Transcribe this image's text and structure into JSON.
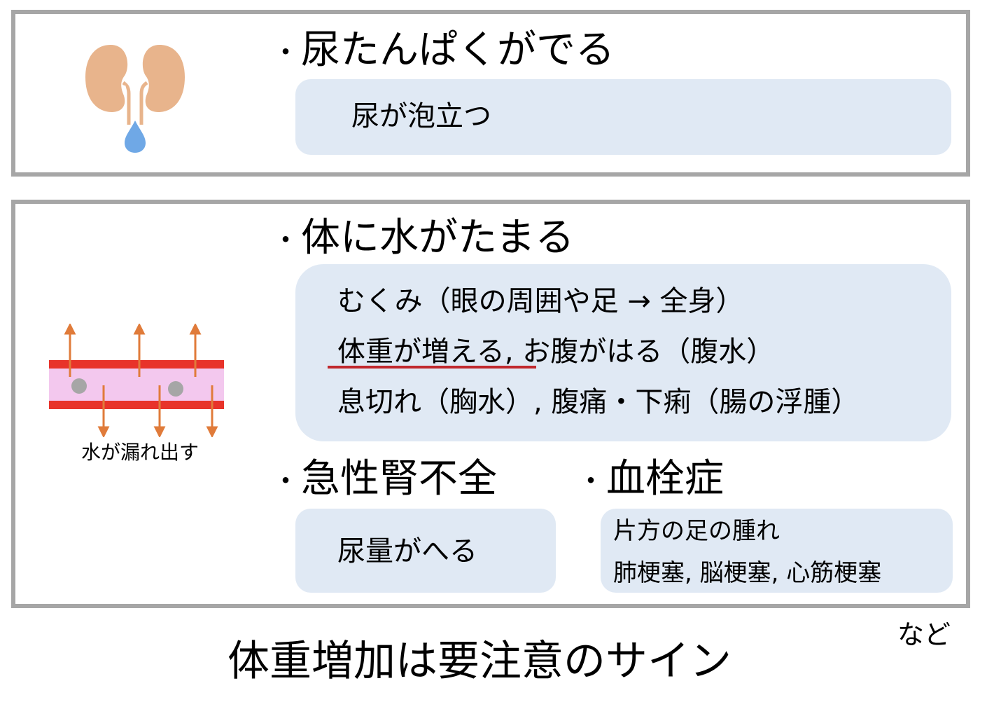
{
  "top_section": {
    "heading": "尿たんぱくがでる",
    "box_text": "尿が泡立つ"
  },
  "bottom_section": {
    "heading": "体に水がたまる",
    "box_lines": [
      "むくみ（眼の周囲や足 → 全身）",
      "体重が増える",
      ", お腹がはる（腹水）",
      "息切れ（胸水）, 腹痛・下痢（腸の浮腫）"
    ],
    "vessel_caption": "水が漏れ出す",
    "aki": {
      "heading": "急性腎不全",
      "box_text": "尿量がへる"
    },
    "thrombosis": {
      "heading": "血栓症",
      "box_lines": [
        "片方の足の腫れ",
        "肺梗塞, 脳梗塞, 心筋梗塞"
      ]
    }
  },
  "bullet": "・",
  "etc_note": "など",
  "footer_title": "体重増加は要注意のサイン",
  "colors": {
    "panel_border": "#a6a6a6",
    "box_fill": "#e0e9f4",
    "kidney": "#e8b48c",
    "drop": "#6fa8e6",
    "vessel_wall": "#e8332a",
    "vessel_lumen": "#f3c8ee",
    "arrow": "#e07b3a",
    "cell": "#a6a6a6",
    "underline": "#c0282d"
  }
}
